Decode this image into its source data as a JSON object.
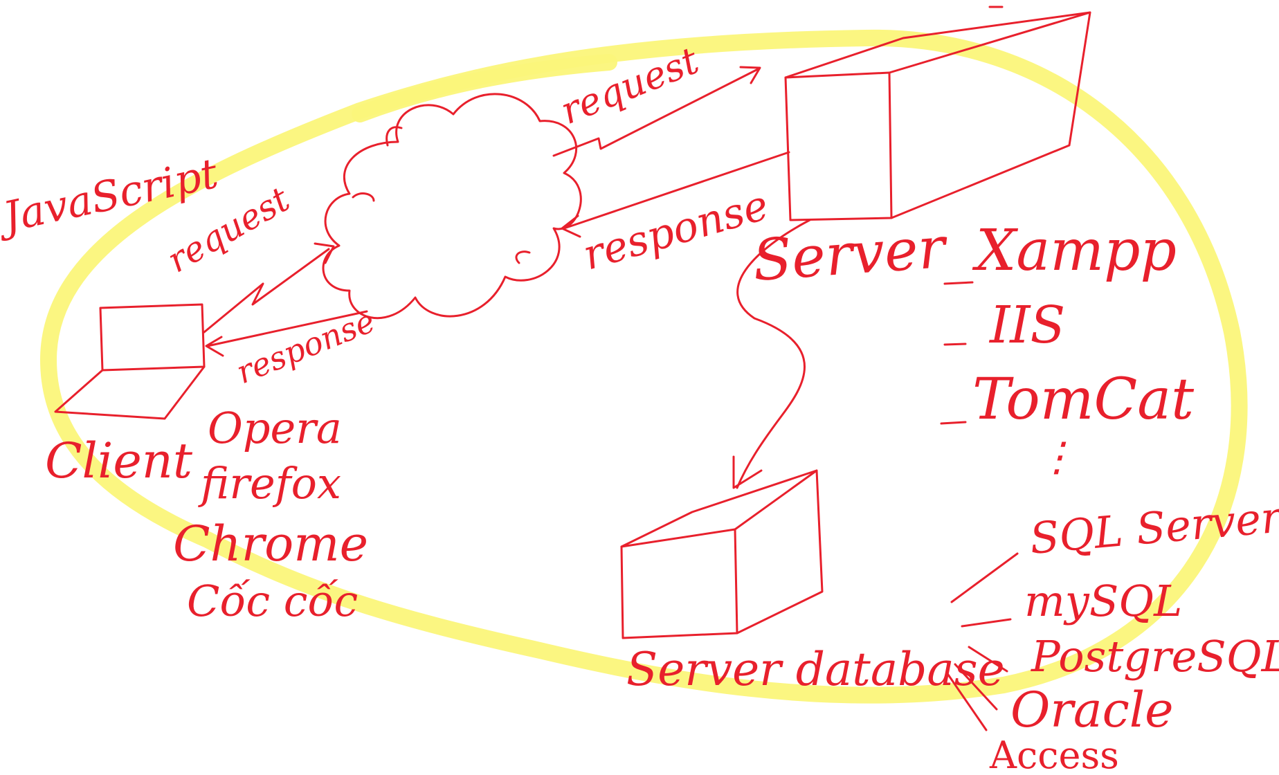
{
  "language_note": "JavaScript",
  "client": {
    "label": "Client",
    "browsers": [
      "Opera",
      "firefox",
      "Chrome",
      "Cốc cốc"
    ]
  },
  "flows": {
    "client_request": "request",
    "client_response": "response",
    "server_request": "request",
    "server_response": "response"
  },
  "server": {
    "label": "Server",
    "software": [
      "Xampp",
      "IIS",
      "TomCat"
    ],
    "more": "⋮"
  },
  "database": {
    "label": "Server database",
    "systems": [
      "SQL Server",
      "mySQL",
      "PostgreSQL",
      "Oracle",
      "Access"
    ]
  },
  "colors": {
    "ink": "#e8202c",
    "highlight": "#fbf57a",
    "background": "#ffffff"
  }
}
